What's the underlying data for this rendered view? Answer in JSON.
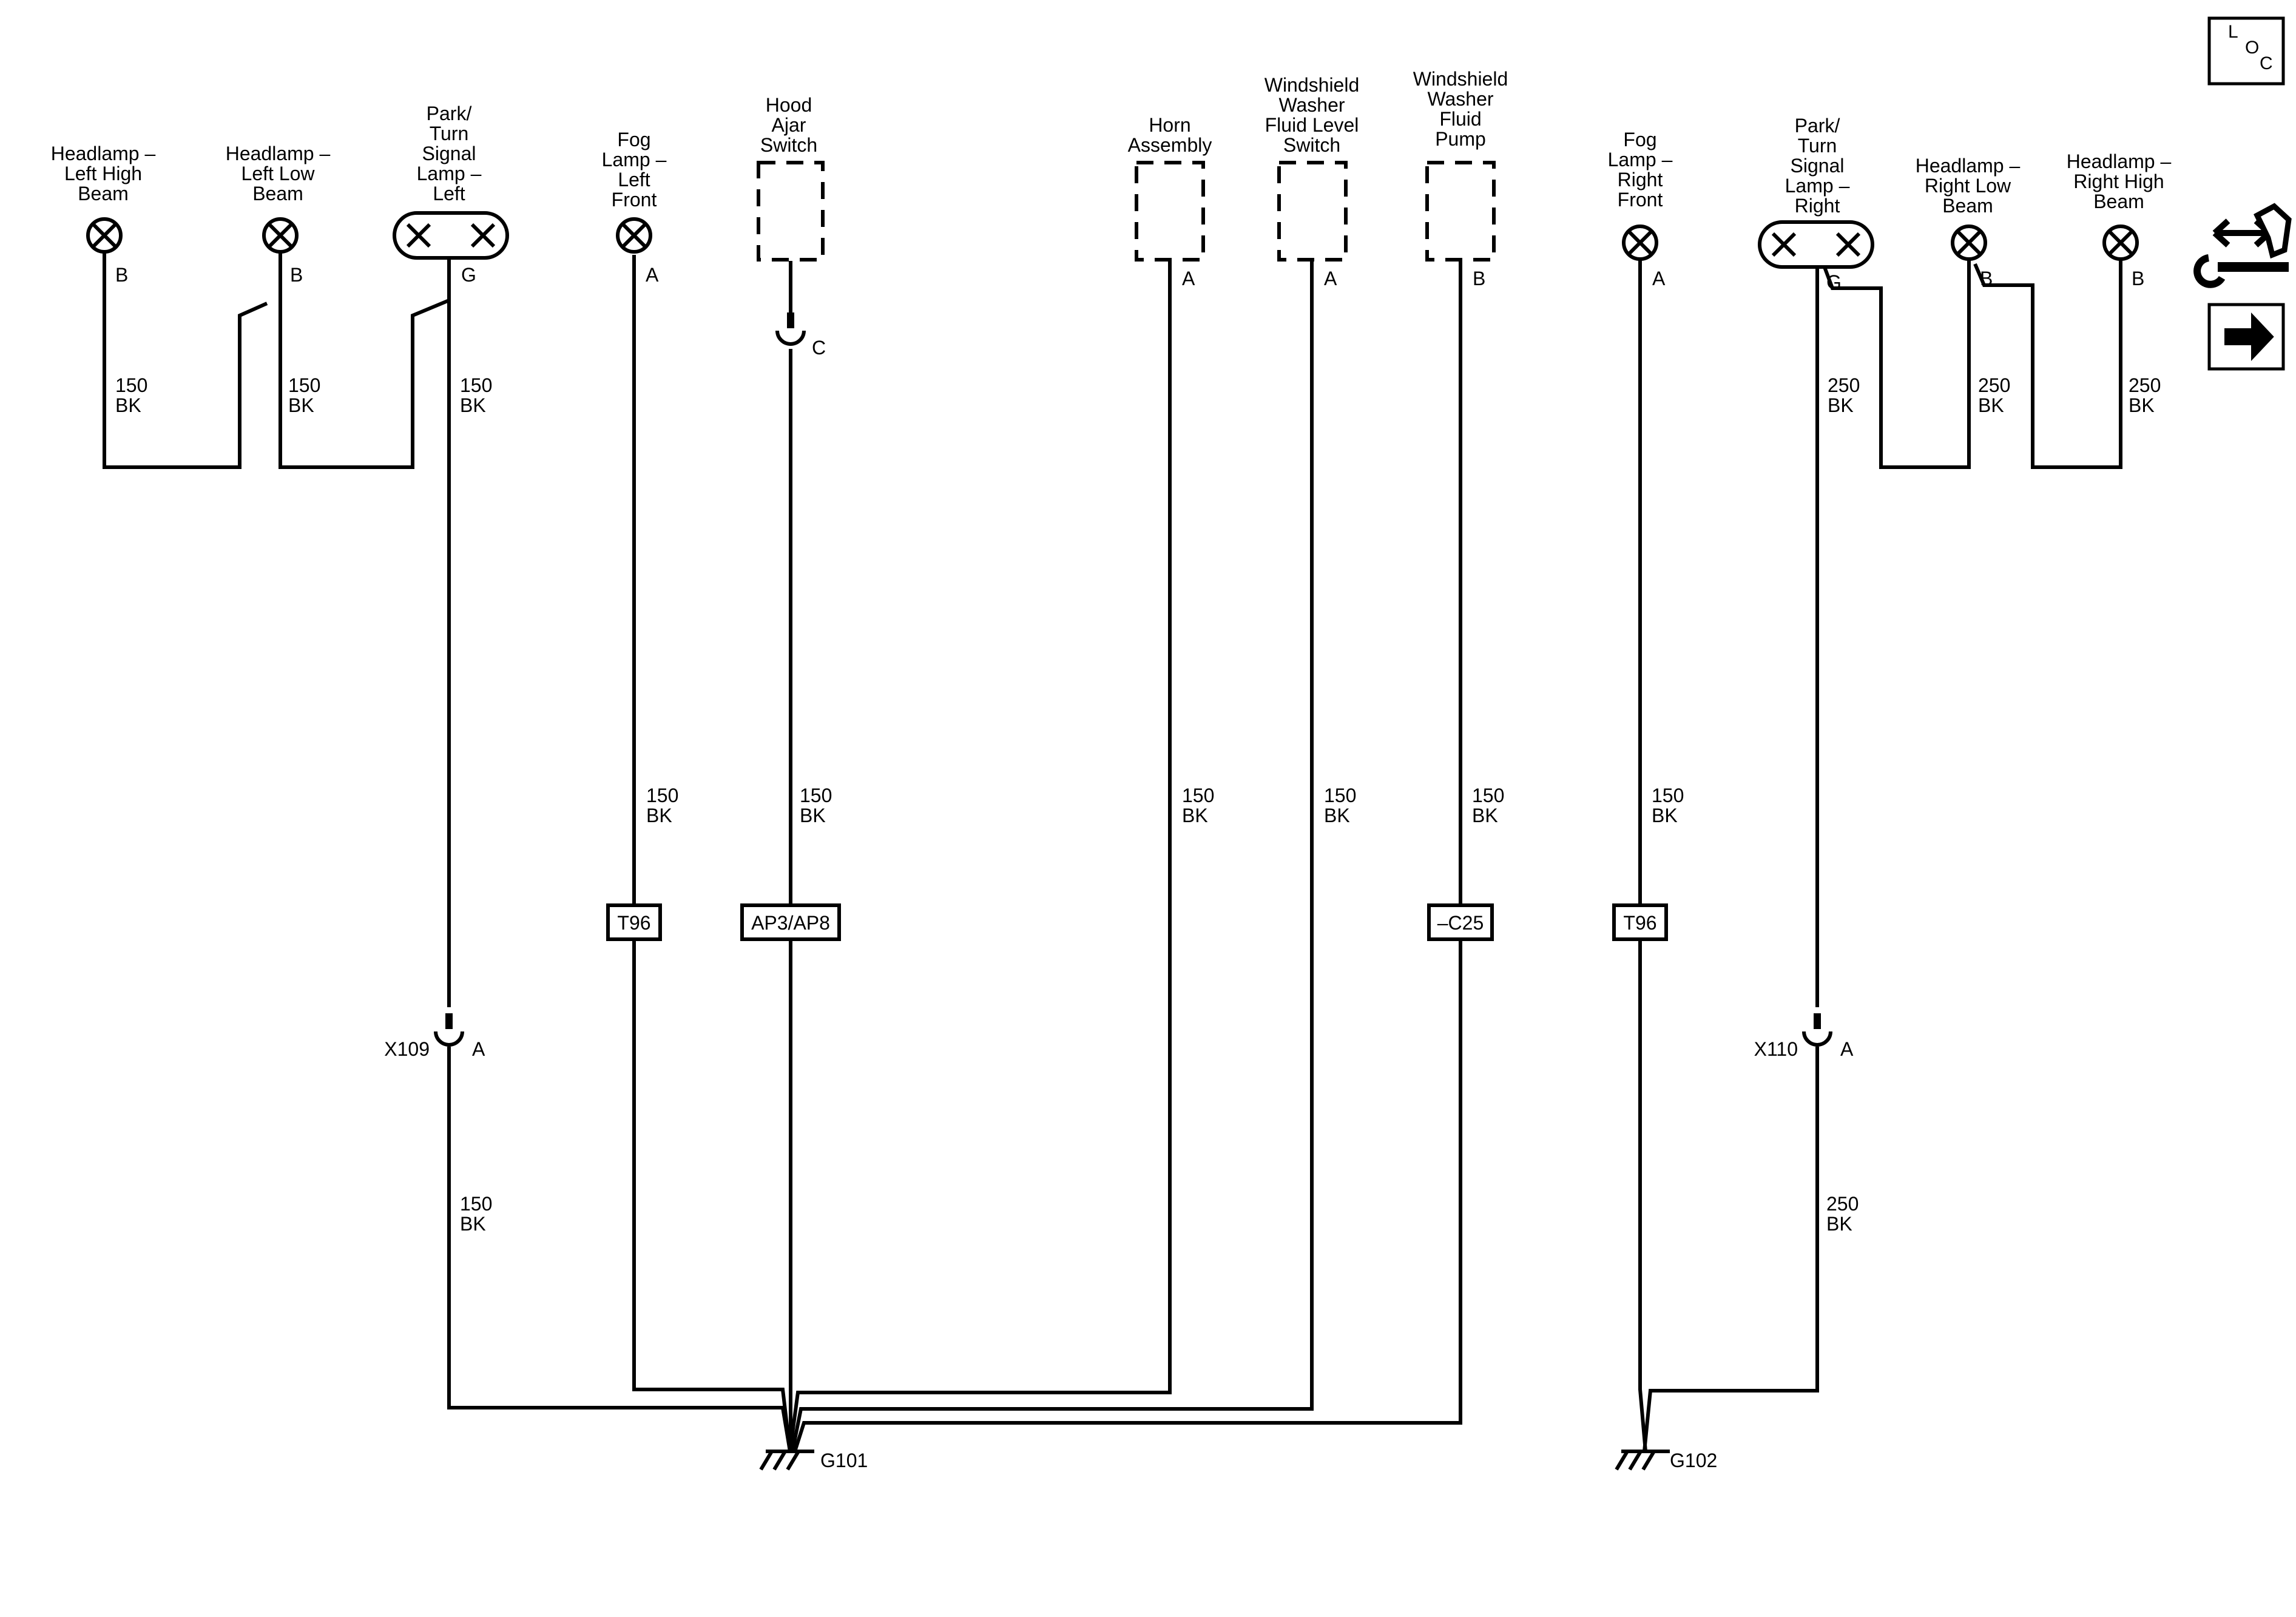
{
  "components": {
    "hl_left_high": [
      "Headlamp –",
      "Left High",
      "Beam"
    ],
    "hl_left_low": [
      "Headlamp –",
      "Left Low",
      "Beam"
    ],
    "park_left": [
      "Park/",
      "Turn",
      "Signal",
      "Lamp –",
      "Left"
    ],
    "fog_left": [
      "Fog",
      "Lamp –",
      "Left",
      "Front"
    ],
    "hood_ajar": [
      "Hood",
      "Ajar",
      "Switch"
    ],
    "horn": [
      "Horn",
      "Assembly"
    ],
    "washer_level": [
      "Windshield",
      "Washer",
      "Fluid Level",
      "Switch"
    ],
    "washer_pump": [
      "Windshield",
      "Washer",
      "Fluid",
      "Pump"
    ],
    "fog_right": [
      "Fog",
      "Lamp –",
      "Right",
      "Front"
    ],
    "park_right": [
      "Park/",
      "Turn",
      "Signal",
      "Lamp –",
      "Right"
    ],
    "hl_right_low": [
      "Headlamp –",
      "Right Low",
      "Beam"
    ],
    "hl_right_high": [
      "Headlamp –",
      "Right High",
      "Beam"
    ]
  },
  "pins": {
    "hl_left_high": "B",
    "hl_left_low": "B",
    "park_left": "G",
    "fog_left": "A",
    "hood_ajar": "C",
    "horn": "A",
    "washer_level": "A",
    "washer_pump": "B",
    "fog_right": "A",
    "park_right": "G",
    "hl_right_low": "B",
    "hl_right_high": "B",
    "x109": "A",
    "x110": "A"
  },
  "wires": {
    "w150": [
      "150",
      "BK"
    ],
    "w250": [
      "250",
      "BK"
    ]
  },
  "options": {
    "fog_left": "T96",
    "hood_ajar": "AP3/AP8",
    "washer_pump": "–C25",
    "fog_right": "T96"
  },
  "connectors": {
    "x109": "X109",
    "x110": "X110"
  },
  "grounds": {
    "g101": "G101",
    "g102": "G102"
  },
  "side_icons": {
    "loc": [
      "L",
      "O",
      "C"
    ],
    "icons": [
      "schematic-connector-icon",
      "next-page-arrow-icon"
    ]
  }
}
